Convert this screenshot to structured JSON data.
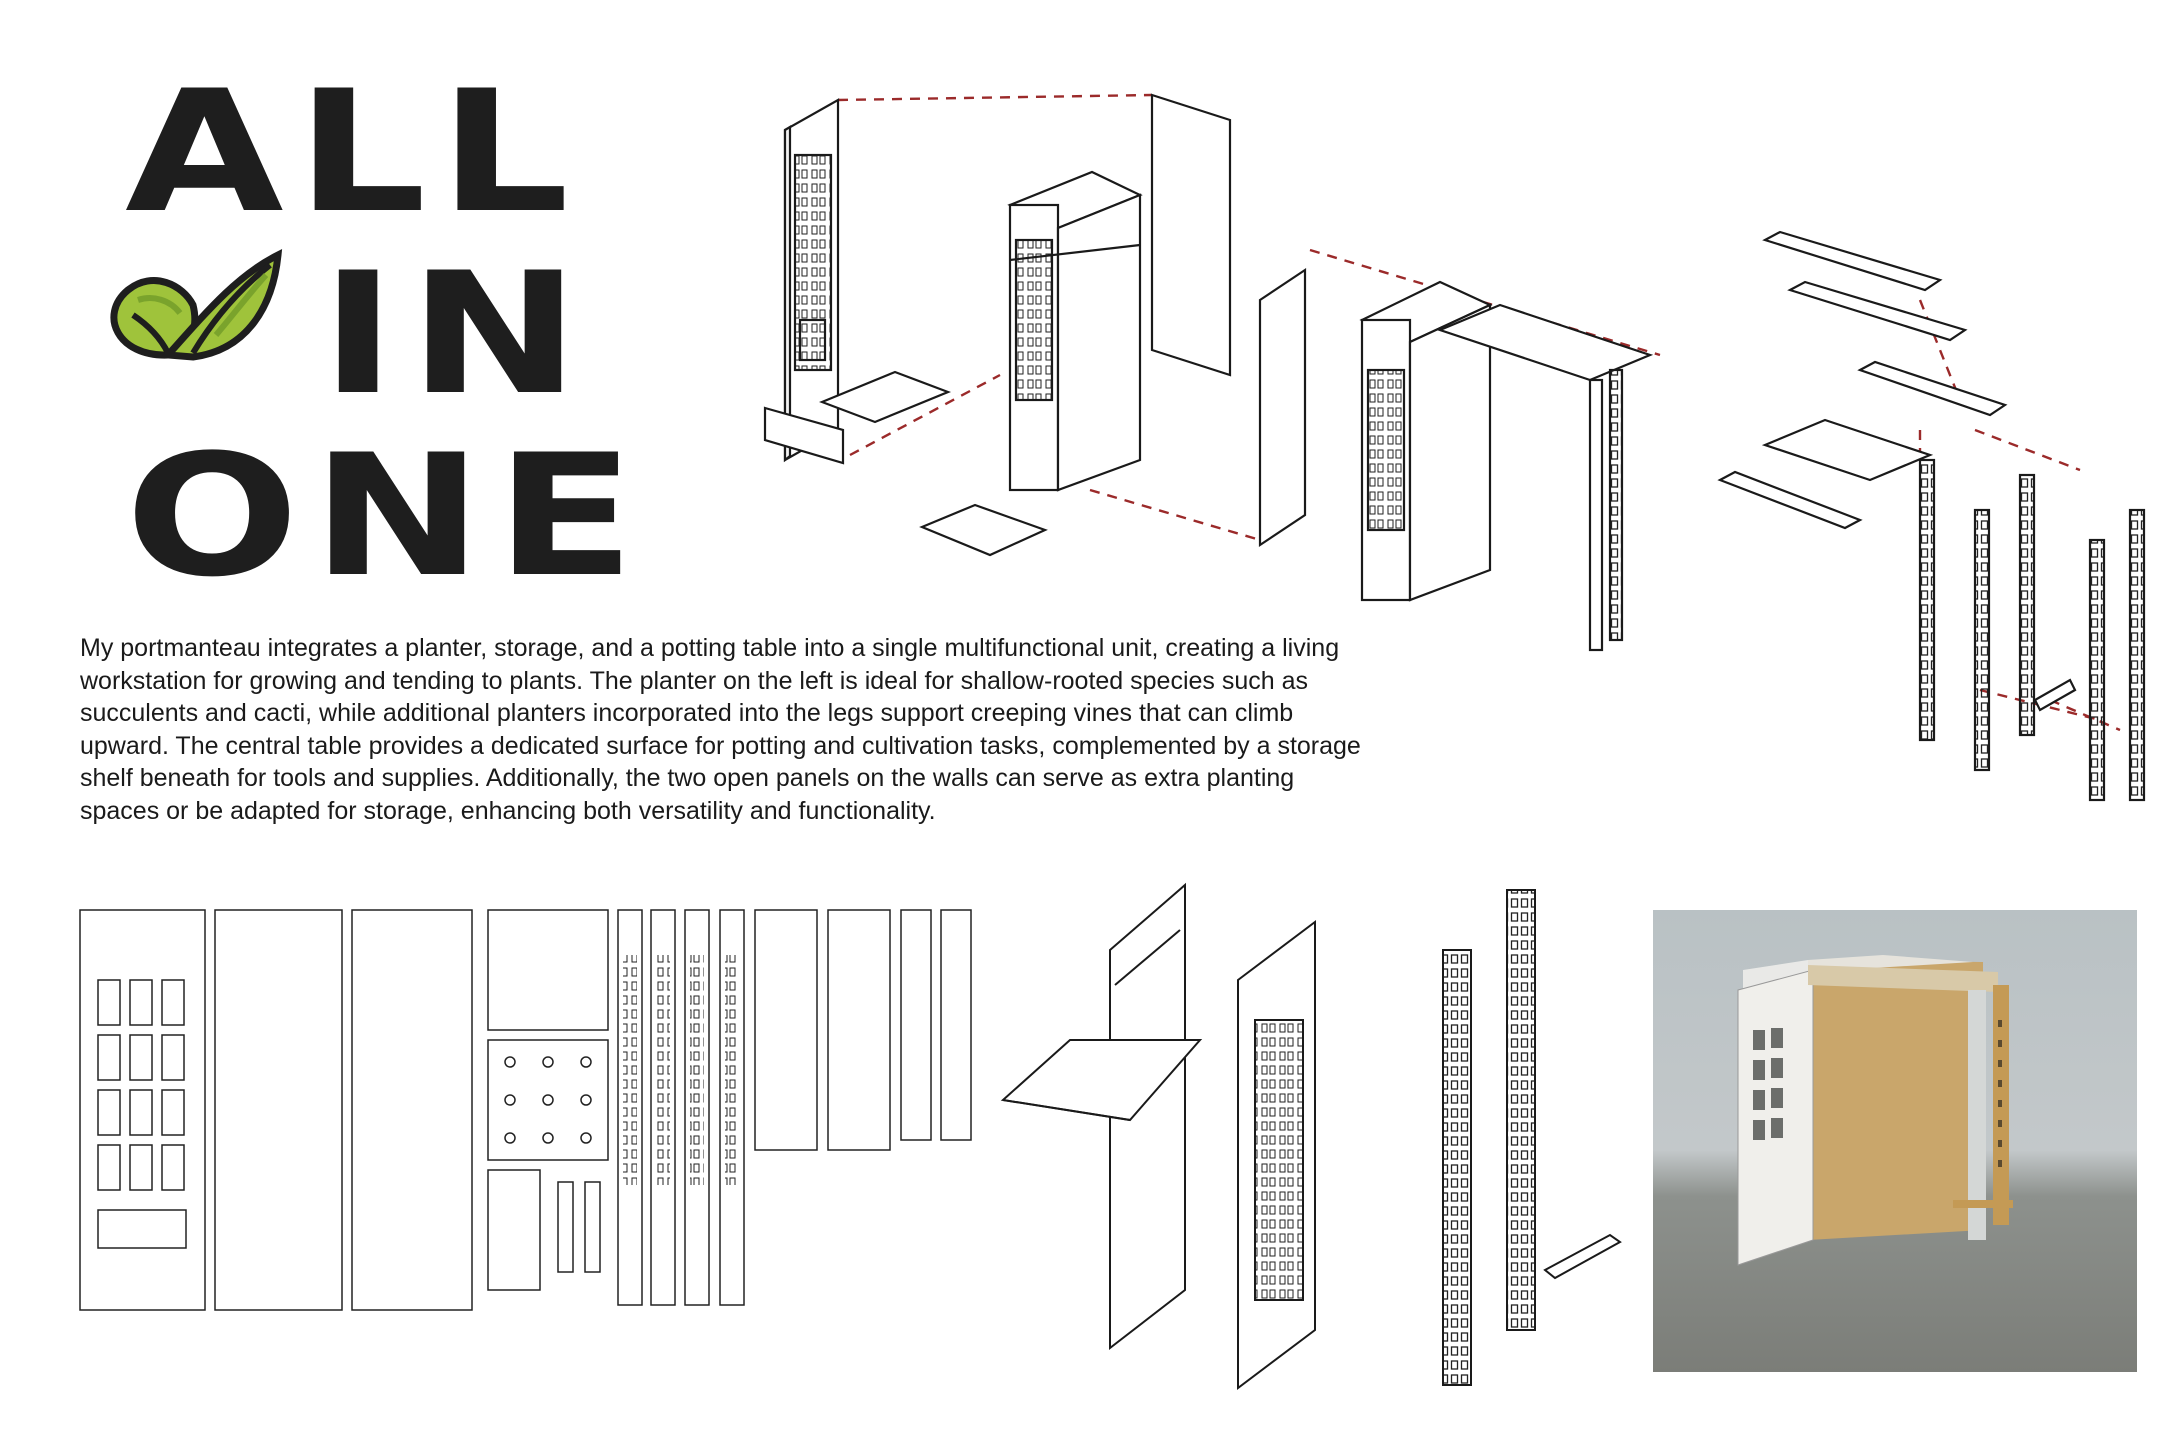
{
  "title": {
    "line1": "ALL",
    "line2": "IN",
    "line3": "ONE",
    "leaf_icon": "leaf-icon"
  },
  "description": "My portmanteau integrates a planter, storage, and a potting table into a single multifunctional unit, creating a living workstation for growing and tending to plants. The planter on the left is ideal for shallow-rooted species such as succulents and cacti, while additional planters incorporated into the legs support creeping vines that can climb upward. The central table provides a dedicated surface for potting and cultivation tasks, complemented by a storage shelf beneath for tools and supplies. Additionally, the two open panels on the walls can serve as extra planting spaces or be adapted for storage, enhancing both versatility and functionality.",
  "colors": {
    "ink": "#1e1e1e",
    "leaf_light": "#9fc33b",
    "leaf_dark": "#6b9626",
    "guide_dash": "#9b2a2a",
    "wood": "#c9a66b"
  }
}
